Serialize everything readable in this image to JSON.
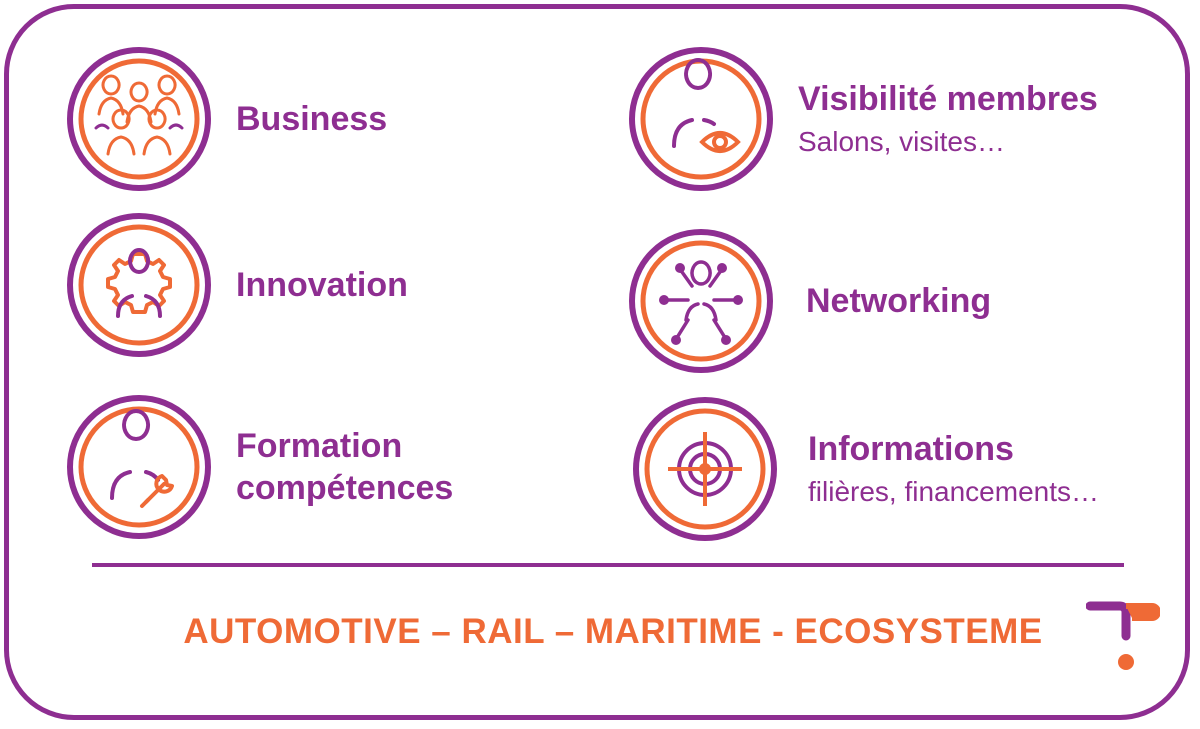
{
  "items": [
    {
      "title": "Business",
      "icon": "team-icon"
    },
    {
      "title": "Innovation",
      "icon": "gear-head-icon"
    },
    {
      "title": "Formation",
      "title2": "compétences",
      "icon": "person-wrench-icon"
    },
    {
      "title": "Visibilité membres",
      "subtitle": "Salons, visites…",
      "icon": "person-eye-icon"
    },
    {
      "title": "Networking",
      "icon": "network-icon"
    },
    {
      "title": "Informations",
      "subtitle": "filières, financements…",
      "icon": "target-icon"
    }
  ],
  "tagline": "AUTOMOTIVE – RAIL – MARITIME - ECOSYSTEME",
  "colors": {
    "purple": "#8e2e91",
    "orange": "#ef6a36"
  },
  "logo": "logo-icon"
}
